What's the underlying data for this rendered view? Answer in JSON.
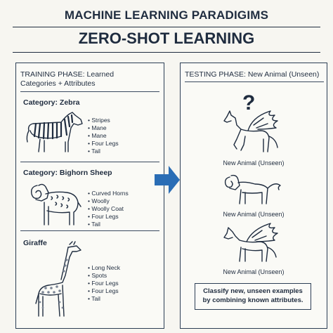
{
  "header": {
    "title": "MACHINE LEARNING PARADIGIMS",
    "subtitle": "ZERO-SHOT LEARNING"
  },
  "training": {
    "heading_line1": "TRAINING PHASE: Learned",
    "heading_line2": "Categories + Attributes",
    "categories": [
      {
        "name": "Category: Zebra",
        "attributes": [
          "Stripes",
          "Mane",
          "Mane",
          "Four Legs",
          "Tail"
        ]
      },
      {
        "name": "Category: Bighorn Sheep",
        "attributes": [
          "Curved Horns",
          "Woolly",
          "Woolly Coat",
          "Four Legs",
          "Tail"
        ]
      },
      {
        "name": "Giraffe",
        "attributes": [
          "Long Neck",
          "Spots",
          "Four Legs",
          "Four Legs",
          "Tail"
        ]
      }
    ]
  },
  "testing": {
    "heading": "TESTING PHASE: New Animal (Unseen)",
    "question_mark": "?",
    "new_labels": [
      "New Animal (Unseen)",
      "New Animal (Unseen)",
      "New Animal (Unseen)"
    ],
    "summary_line1": "Classify new, unseen examples",
    "summary_line2": "by combining known attributes."
  },
  "colors": {
    "ink": "#1f2c3f",
    "arrow": "#2a6db5",
    "background": "#f7f6f1"
  },
  "icons": [
    "zebra-icon",
    "bighorn-sheep-icon",
    "giraffe-icon",
    "winged-horse-icon",
    "ram-lion-hybrid-icon",
    "arrow-right-icon"
  ]
}
